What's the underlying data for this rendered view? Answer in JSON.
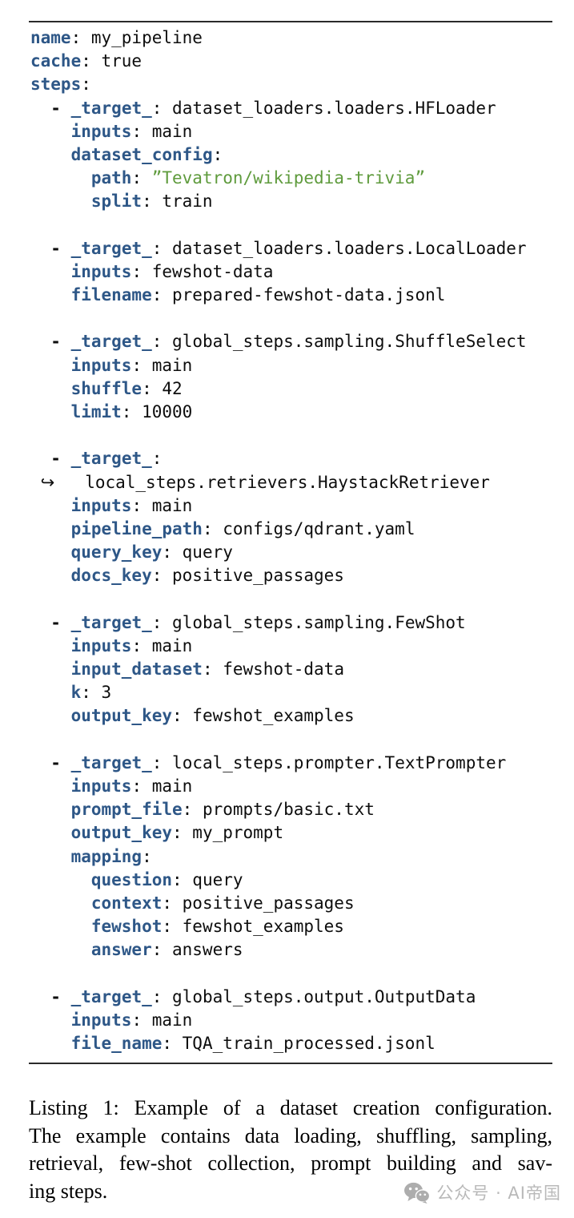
{
  "colors": {
    "key_blue": "#2e5787",
    "string_green": "#5f9b3d",
    "code_black": "#0d0d0d",
    "rule_dark": "#2b2b2b",
    "watermark_gray": "#b9b9b9"
  },
  "listing": {
    "language": "yaml",
    "lines": [
      [
        [
          "k",
          "name"
        ],
        [
          "p",
          ": my_pipeline"
        ]
      ],
      [
        [
          "k",
          "cache"
        ],
        [
          "p",
          ": true"
        ]
      ],
      [
        [
          "k",
          "steps"
        ],
        [
          "p",
          ":"
        ]
      ],
      [
        [
          "p",
          "  "
        ],
        [
          "d",
          "-"
        ],
        [
          "p",
          " "
        ],
        [
          "k",
          "_target_"
        ],
        [
          "p",
          ": dataset_loaders.loaders.HFLoader"
        ]
      ],
      [
        [
          "p",
          "    "
        ],
        [
          "k",
          "inputs"
        ],
        [
          "p",
          ": main"
        ]
      ],
      [
        [
          "p",
          "    "
        ],
        [
          "k",
          "dataset_config"
        ],
        [
          "p",
          ":"
        ]
      ],
      [
        [
          "p",
          "      "
        ],
        [
          "k",
          "path"
        ],
        [
          "p",
          ": "
        ],
        [
          "s",
          "”Tevatron/wikipedia-trivia”"
        ]
      ],
      [
        [
          "p",
          "      "
        ],
        [
          "k",
          "split"
        ],
        [
          "p",
          ": train"
        ]
      ],
      [],
      [
        [
          "p",
          "  "
        ],
        [
          "d",
          "-"
        ],
        [
          "p",
          " "
        ],
        [
          "k",
          "_target_"
        ],
        [
          "p",
          ": dataset_loaders.loaders.LocalLoader"
        ]
      ],
      [
        [
          "p",
          "    "
        ],
        [
          "k",
          "inputs"
        ],
        [
          "p",
          ": fewshot-data"
        ]
      ],
      [
        [
          "p",
          "    "
        ],
        [
          "k",
          "filename"
        ],
        [
          "p",
          ": prepared-fewshot-data.jsonl"
        ]
      ],
      [],
      [
        [
          "p",
          "  "
        ],
        [
          "d",
          "-"
        ],
        [
          "p",
          " "
        ],
        [
          "k",
          "_target_"
        ],
        [
          "p",
          ": global_steps.sampling.ShuffleSelect"
        ]
      ],
      [
        [
          "p",
          "    "
        ],
        [
          "k",
          "inputs"
        ],
        [
          "p",
          ": main"
        ]
      ],
      [
        [
          "p",
          "    "
        ],
        [
          "k",
          "shuffle"
        ],
        [
          "p",
          ": 42"
        ]
      ],
      [
        [
          "p",
          "    "
        ],
        [
          "k",
          "limit"
        ],
        [
          "p",
          ": 10000"
        ]
      ],
      [],
      [
        [
          "p",
          "  "
        ],
        [
          "d",
          "-"
        ],
        [
          "p",
          " "
        ],
        [
          "k",
          "_target_"
        ],
        [
          "p",
          ":"
        ]
      ],
      [
        [
          "p",
          " "
        ],
        [
          "a",
          "↪"
        ],
        [
          "p",
          "   local_steps.retrievers.HaystackRetriever"
        ]
      ],
      [
        [
          "p",
          "    "
        ],
        [
          "k",
          "inputs"
        ],
        [
          "p",
          ": main"
        ]
      ],
      [
        [
          "p",
          "    "
        ],
        [
          "k",
          "pipeline_path"
        ],
        [
          "p",
          ": configs/qdrant.yaml"
        ]
      ],
      [
        [
          "p",
          "    "
        ],
        [
          "k",
          "query_key"
        ],
        [
          "p",
          ": query"
        ]
      ],
      [
        [
          "p",
          "    "
        ],
        [
          "k",
          "docs_key"
        ],
        [
          "p",
          ": positive_passages"
        ]
      ],
      [],
      [
        [
          "p",
          "  "
        ],
        [
          "d",
          "-"
        ],
        [
          "p",
          " "
        ],
        [
          "k",
          "_target_"
        ],
        [
          "p",
          ": global_steps.sampling.FewShot"
        ]
      ],
      [
        [
          "p",
          "    "
        ],
        [
          "k",
          "inputs"
        ],
        [
          "p",
          ": main"
        ]
      ],
      [
        [
          "p",
          "    "
        ],
        [
          "k",
          "input_dataset"
        ],
        [
          "p",
          ": fewshot-data"
        ]
      ],
      [
        [
          "p",
          "    "
        ],
        [
          "k",
          "k"
        ],
        [
          "p",
          ": 3"
        ]
      ],
      [
        [
          "p",
          "    "
        ],
        [
          "k",
          "output_key"
        ],
        [
          "p",
          ": fewshot_examples"
        ]
      ],
      [],
      [
        [
          "p",
          "  "
        ],
        [
          "d",
          "-"
        ],
        [
          "p",
          " "
        ],
        [
          "k",
          "_target_"
        ],
        [
          "p",
          ": local_steps.prompter.TextPrompter"
        ]
      ],
      [
        [
          "p",
          "    "
        ],
        [
          "k",
          "inputs"
        ],
        [
          "p",
          ": main"
        ]
      ],
      [
        [
          "p",
          "    "
        ],
        [
          "k",
          "prompt_file"
        ],
        [
          "p",
          ": prompts/basic.txt"
        ]
      ],
      [
        [
          "p",
          "    "
        ],
        [
          "k",
          "output_key"
        ],
        [
          "p",
          ": my_prompt"
        ]
      ],
      [
        [
          "p",
          "    "
        ],
        [
          "k",
          "mapping"
        ],
        [
          "p",
          ":"
        ]
      ],
      [
        [
          "p",
          "      "
        ],
        [
          "k",
          "question"
        ],
        [
          "p",
          ": query"
        ]
      ],
      [
        [
          "p",
          "      "
        ],
        [
          "k",
          "context"
        ],
        [
          "p",
          ": positive_passages"
        ]
      ],
      [
        [
          "p",
          "      "
        ],
        [
          "k",
          "fewshot"
        ],
        [
          "p",
          ": fewshot_examples"
        ]
      ],
      [
        [
          "p",
          "      "
        ],
        [
          "k",
          "answer"
        ],
        [
          "p",
          ": answers"
        ]
      ],
      [],
      [
        [
          "p",
          "  "
        ],
        [
          "d",
          "-"
        ],
        [
          "p",
          " "
        ],
        [
          "k",
          "_target_"
        ],
        [
          "p",
          ": global_steps.output.OutputData"
        ]
      ],
      [
        [
          "p",
          "    "
        ],
        [
          "k",
          "inputs"
        ],
        [
          "p",
          ": main"
        ]
      ],
      [
        [
          "p",
          "    "
        ],
        [
          "k",
          "file_name"
        ],
        [
          "p",
          ": TQA_train_processed.jsonl"
        ]
      ]
    ]
  },
  "caption": {
    "lines": [
      "Listing 1: Example of a dataset creation configuration.",
      "The example contains data loading, shuffling, sampling,",
      "retrieval, few-shot collection, prompt building and sav-",
      "ing steps."
    ]
  },
  "watermark": {
    "icon": "wechat-icon",
    "text": "公众号 · AI帝国"
  }
}
